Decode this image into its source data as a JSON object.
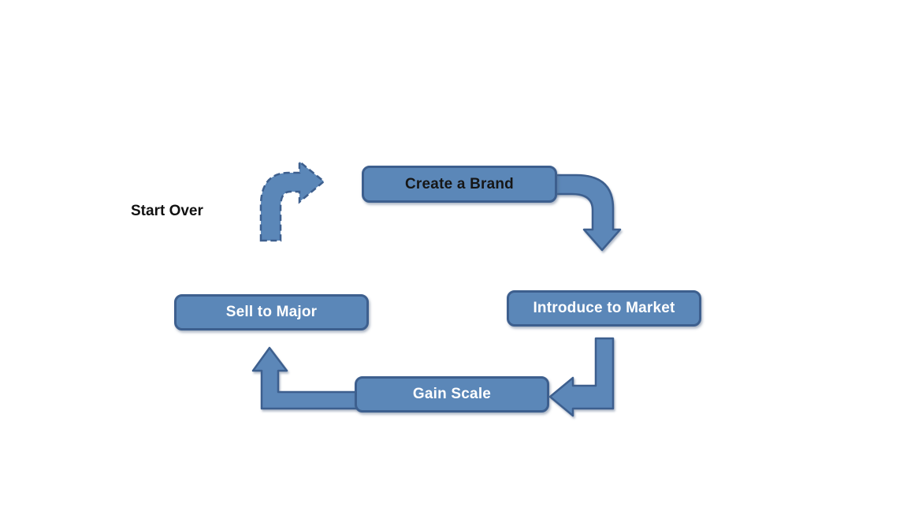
{
  "diagram": {
    "type": "flowchart",
    "background": "#ffffff",
    "colors": {
      "shape_fill": "#5b87b8",
      "shape_border": "#3d5f8e",
      "node_text_light": "#ffffff",
      "node_text_dark": "#161616",
      "label_text": "#111111"
    },
    "nodes": [
      {
        "id": "create-a-brand",
        "label": "Create a Brand"
      },
      {
        "id": "introduce-to-market",
        "label": "Introduce to Market"
      },
      {
        "id": "gain-scale",
        "label": "Gain Scale"
      },
      {
        "id": "sell-to-major",
        "label": "Sell to Major"
      }
    ],
    "labels": [
      {
        "id": "start-over",
        "text": "Start Over"
      }
    ],
    "arrows": [
      {
        "id": "arrow-start-over",
        "style": "dashed"
      },
      {
        "id": "arrow-create-to-introduce",
        "style": "solid"
      },
      {
        "id": "arrow-introduce-to-gain",
        "style": "solid"
      },
      {
        "id": "arrow-gain-to-sell",
        "style": "solid"
      }
    ]
  }
}
